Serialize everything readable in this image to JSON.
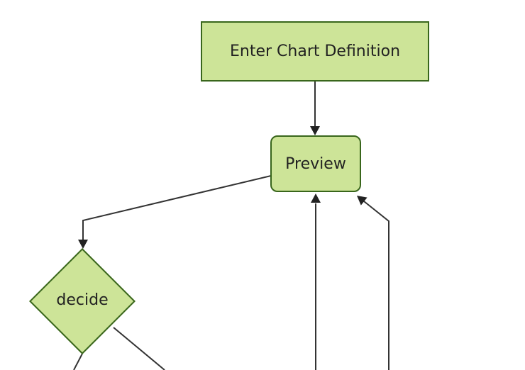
{
  "diagram": {
    "type": "flowchart-top-down",
    "nodes": [
      {
        "id": "A",
        "label": "Enter Chart Definition",
        "shape": "rectangle"
      },
      {
        "id": "B",
        "label": "Preview",
        "shape": "rounded-rectangle"
      },
      {
        "id": "C",
        "label": "decide",
        "shape": "diamond"
      }
    ],
    "edges": [
      {
        "from": "A",
        "to": "B"
      },
      {
        "from": "B",
        "to": "C"
      },
      {
        "from": "offscreen-bottom-center",
        "to": "B"
      },
      {
        "from": "offscreen-bottom-right",
        "to": "B"
      },
      {
        "from": "C",
        "to": "offscreen-bottom-left"
      },
      {
        "from": "C",
        "to": "offscreen-bottom-right"
      }
    ],
    "colors": {
      "node_fill": "#cde498",
      "node_border": "#39661c",
      "edge_line": "#333333",
      "arrowhead": "#222222",
      "label_text": "#222222",
      "background": "#ffffff"
    }
  }
}
